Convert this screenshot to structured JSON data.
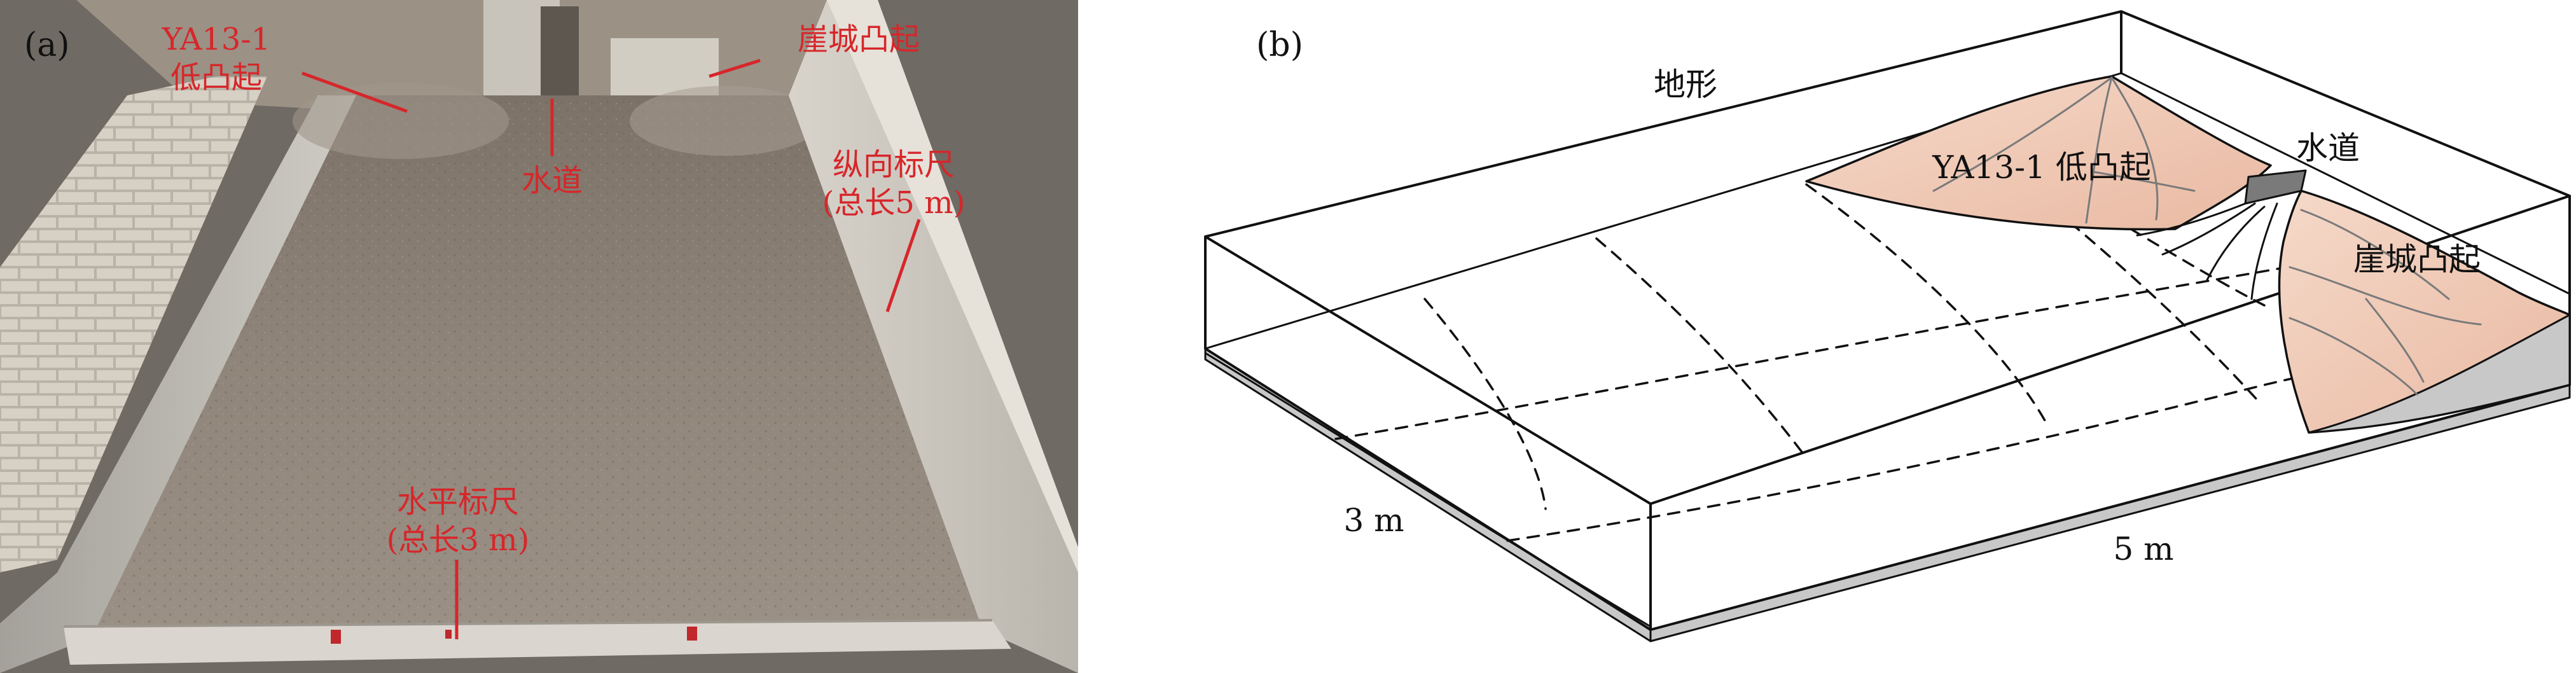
{
  "panel_a": {
    "tag": "(a)",
    "labels": {
      "low_uplift_line1": "YA13-1",
      "low_uplift_line2": "低凸起",
      "channel": "水道",
      "yacheng_uplift": "崖城凸起",
      "long_scale_line1": "纵向标尺",
      "long_scale_line2": "(总长5 m)",
      "horiz_scale_line1": "水平标尺",
      "horiz_scale_line2": "(总长3 m)"
    },
    "colors": {
      "label_red": "#d7262a",
      "sand": "#8f8478",
      "wall": "#b5b2ab"
    }
  },
  "panel_b": {
    "tag": "(b)",
    "labels": {
      "terrain": "地形",
      "low_uplift": "YA13-1 低凸起",
      "channel": "水道",
      "yacheng_uplift": "崖城凸起",
      "width_dim": "3 m",
      "length_dim": "5 m"
    },
    "colors": {
      "uplift_fill": "#f2cdbb",
      "base_gray": "#c8c8c8",
      "channel_gray": "#7a7a7a"
    }
  }
}
